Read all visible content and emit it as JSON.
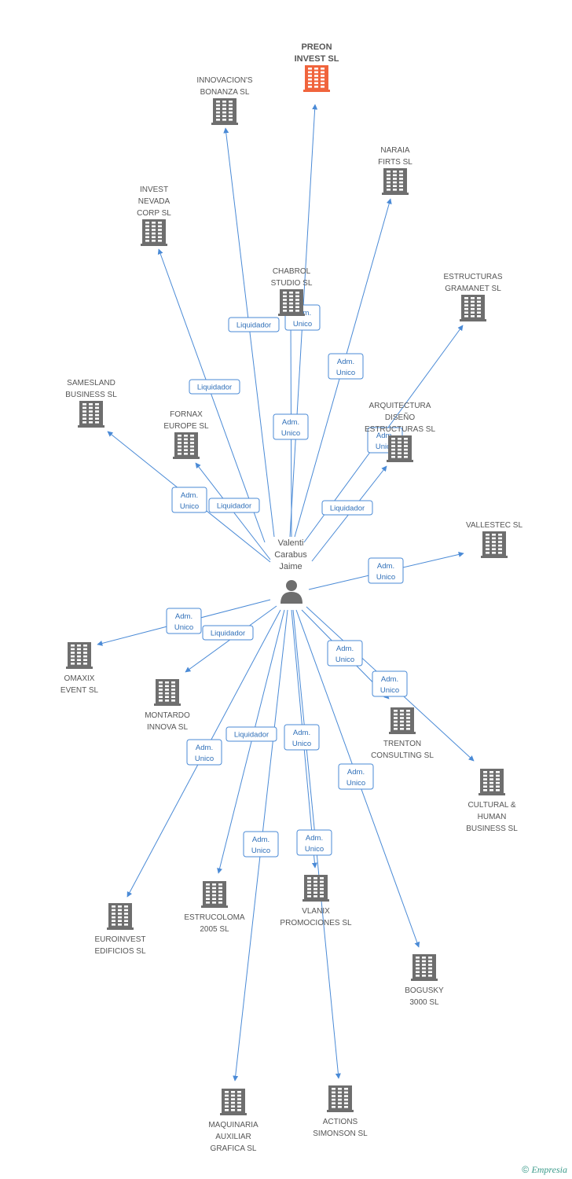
{
  "center": {
    "name_lines": [
      "Valenti",
      "Carabus",
      "Jaime"
    ],
    "icon": "person-icon"
  },
  "companies": [
    {
      "id": "preon",
      "lines": [
        "PREON",
        "INVEST SL"
      ],
      "highlight": true
    },
    {
      "id": "innovacions",
      "lines": [
        "INNOVACION'S",
        "BONANZA SL"
      ]
    },
    {
      "id": "naraia",
      "lines": [
        "NARAIA",
        "FIRTS SL"
      ]
    },
    {
      "id": "invest-nevada",
      "lines": [
        "INVEST",
        "NEVADA",
        "CORP SL"
      ]
    },
    {
      "id": "chabrol",
      "lines": [
        "CHABROL",
        "STUDIO SL"
      ]
    },
    {
      "id": "estructuras-gramanet",
      "lines": [
        "ESTRUCTURAS",
        "GRAMANET SL"
      ]
    },
    {
      "id": "samesland",
      "lines": [
        "SAMESLAND",
        "BUSINESS SL"
      ]
    },
    {
      "id": "fornax",
      "lines": [
        "FORNAX",
        "EUROPE SL"
      ]
    },
    {
      "id": "arquitectura",
      "lines": [
        "ARQUITECTURA",
        "DISEÑO",
        "ESTRUCTURAS SL"
      ]
    },
    {
      "id": "vallestec",
      "lines": [
        "VALLESTEC SL"
      ]
    },
    {
      "id": "omaxix",
      "lines": [
        "OMAXIX",
        "EVENT SL"
      ]
    },
    {
      "id": "montardo",
      "lines": [
        "MONTARDO",
        "INNOVA SL"
      ]
    },
    {
      "id": "trenton",
      "lines": [
        "TRENTON",
        "CONSULTING SL"
      ]
    },
    {
      "id": "cultural",
      "lines": [
        "CULTURAL &",
        "HUMAN",
        "BUSINESS SL"
      ]
    },
    {
      "id": "euroinvest",
      "lines": [
        "EUROINVEST",
        "EDIFICIOS SL"
      ]
    },
    {
      "id": "estrucoloma",
      "lines": [
        "ESTRUCOLOMA",
        "2005 SL"
      ]
    },
    {
      "id": "vlanix",
      "lines": [
        "VLANIX",
        "PROMOCIONES SL"
      ]
    },
    {
      "id": "bogusky",
      "lines": [
        "BOGUSKY",
        "3000 SL"
      ]
    },
    {
      "id": "maquinaria",
      "lines": [
        "MAQUINARIA",
        "AUXILIAR",
        "GRAFICA SL"
      ]
    },
    {
      "id": "actions",
      "lines": [
        "ACTIONS",
        "SIMONSON SL"
      ]
    }
  ],
  "edges": [
    {
      "to": "preon",
      "label": [
        "Adm.",
        "Unico"
      ]
    },
    {
      "to": "innovacions",
      "label": [
        "Liquidador"
      ]
    },
    {
      "to": "naraia",
      "label": [
        "Adm.",
        "Unico"
      ]
    },
    {
      "to": "invest-nevada",
      "label": [
        "Liquidador"
      ]
    },
    {
      "to": "chabrol",
      "label": [
        "Adm.",
        "Unico"
      ]
    },
    {
      "to": "estructuras-gramanet",
      "label": [
        "Adm.",
        "Unico"
      ]
    },
    {
      "to": "samesland",
      "label": [
        "Adm.",
        "Unico"
      ]
    },
    {
      "to": "fornax",
      "label": [
        "Liquidador"
      ]
    },
    {
      "to": "arquitectura",
      "label": [
        "Liquidador"
      ]
    },
    {
      "to": "vallestec",
      "label": [
        "Adm.",
        "Unico"
      ]
    },
    {
      "to": "omaxix",
      "label": [
        "Adm.",
        "Unico"
      ]
    },
    {
      "to": "montardo",
      "label": [
        "Liquidador"
      ]
    },
    {
      "to": "trenton",
      "label": [
        "Adm.",
        "Unico"
      ]
    },
    {
      "to": "cultural",
      "label": [
        "Adm.",
        "Unico"
      ]
    },
    {
      "to": "euroinvest",
      "label": [
        "Adm.",
        "Unico"
      ]
    },
    {
      "to": "estrucoloma",
      "label": [
        "Liquidador"
      ]
    },
    {
      "to": "vlanix",
      "label": [
        "Adm.",
        "Unico"
      ]
    },
    {
      "to": "bogusky",
      "label": [
        "Adm.",
        "Unico"
      ]
    },
    {
      "to": "maquinaria",
      "label": [
        "Adm.",
        "Unico"
      ]
    },
    {
      "to": "actions",
      "label": [
        "Adm.",
        "Unico"
      ]
    }
  ],
  "colors": {
    "edge": "#4a8ad6",
    "building": "#6e6e6e",
    "building_highlight": "#f0643c",
    "person": "#6e6e6e"
  },
  "watermark": {
    "symbol": "©",
    "brand": "Empresia"
  }
}
